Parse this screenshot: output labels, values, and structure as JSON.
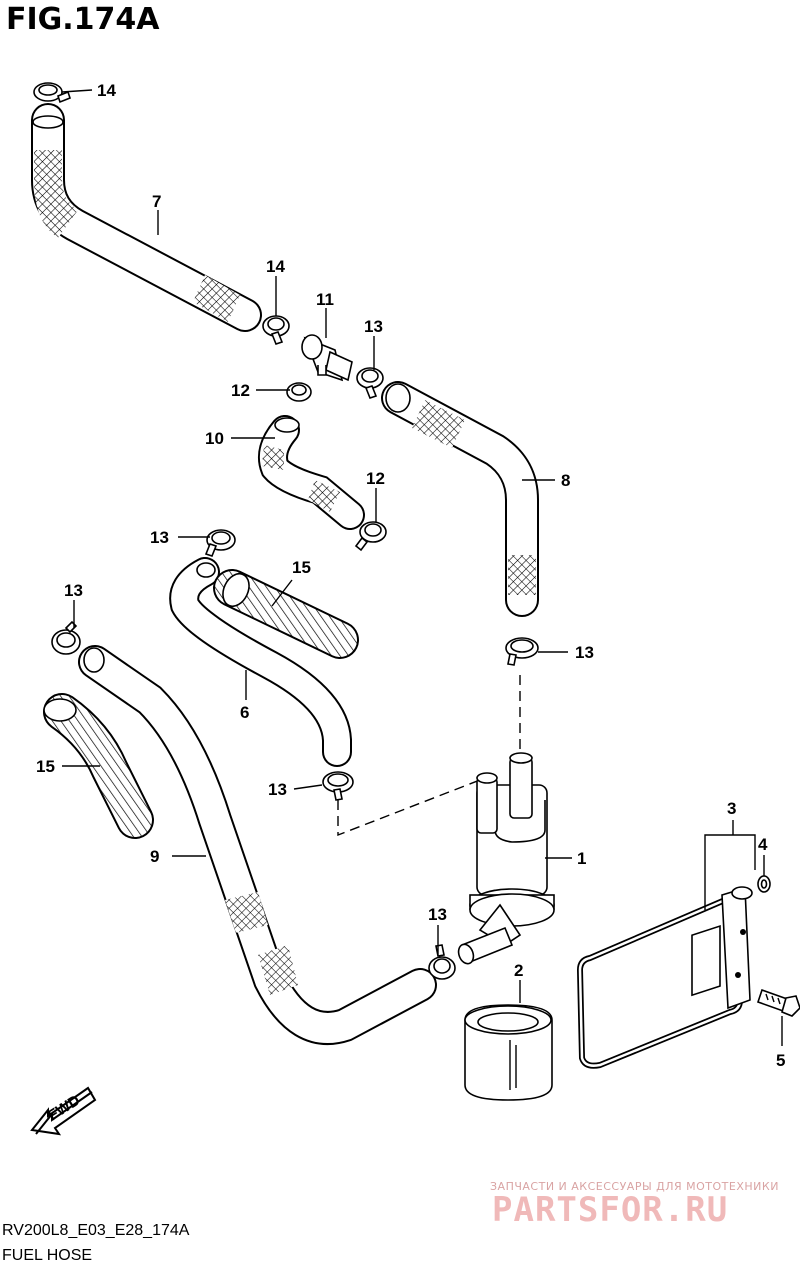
{
  "figure": {
    "title": "FIG.174A",
    "reference_code": "RV200L8_E03_E28_174A",
    "caption": "FUEL HOSE"
  },
  "fwd_label": "FWD",
  "watermark": {
    "line1": "ЗАПЧАСТИ И АКСЕССУАРЫ ДЛЯ МОТОТЕХНИКИ",
    "line2": "PARTSFOR.RU"
  },
  "callouts": {
    "c1": "1",
    "c2": "2",
    "c3": "3",
    "c4": "4",
    "c5": "5",
    "c6": "6",
    "c7": "7",
    "c8": "8",
    "c9": "9",
    "c10": "10",
    "c11": "11",
    "c12a": "12",
    "c12b": "12",
    "c13a": "13",
    "c13b": "13",
    "c13c": "13",
    "c13d": "13",
    "c13e": "13",
    "c13f": "13",
    "c14a": "14",
    "c14b": "14",
    "c15a": "15",
    "c15b": "15"
  },
  "colors": {
    "line": "#000000",
    "background": "#ffffff",
    "watermark": "#f0b9b9"
  }
}
